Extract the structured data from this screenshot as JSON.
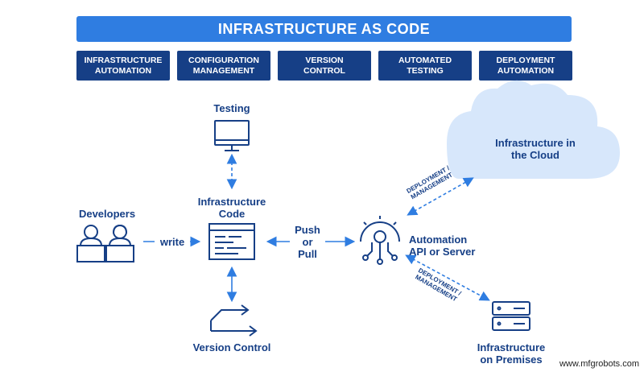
{
  "title": "INFRASTRUCTURE AS CODE",
  "categories": [
    {
      "label": "INFRASTRUCTURE\nAUTOMATION"
    },
    {
      "label": "CONFIGURATION\nMANAGEMENT"
    },
    {
      "label": "VERSION\nCONTROL"
    },
    {
      "label": "AUTOMATED\nTESTING"
    },
    {
      "label": "DEPLOYMENT\nAUTOMATION"
    }
  ],
  "nodes": {
    "testing": "Testing",
    "iac": "Infrastructure\nCode",
    "developers": "Developers",
    "write": "write",
    "push_pull": "Push\nor\nPull",
    "automation": "Automation\nAPI or Server",
    "cloud": "Infrastructure in\nthe Cloud",
    "version_control": "Version Control",
    "premises": "Infrastructure\non Premises"
  },
  "edge_labels": {
    "deploy_cloud": "DEPLOYMENT /\nMANAGEMENT",
    "deploy_premises": "DEPLOYMENT /\nMANAGEMENT"
  },
  "watermark": "www.mfgrobots.com",
  "colors": {
    "brand_blue": "#2f7de1",
    "navy": "#163f86",
    "cloud": "#d7e7fb"
  }
}
